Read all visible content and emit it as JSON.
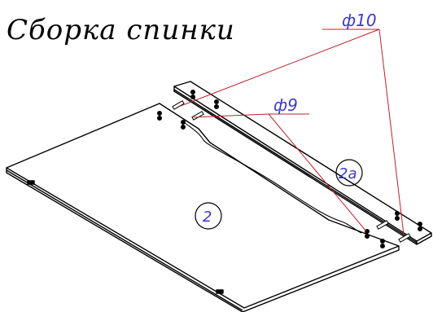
{
  "title": "Сборка  спинки",
  "callouts": {
    "dia10": "ф10",
    "dia9": "ф9"
  },
  "parts": {
    "panel": "2",
    "rail": "2а"
  },
  "colors": {
    "outline": "#000000",
    "leader": "#c0202a",
    "annotation": "#3a3acd"
  }
}
